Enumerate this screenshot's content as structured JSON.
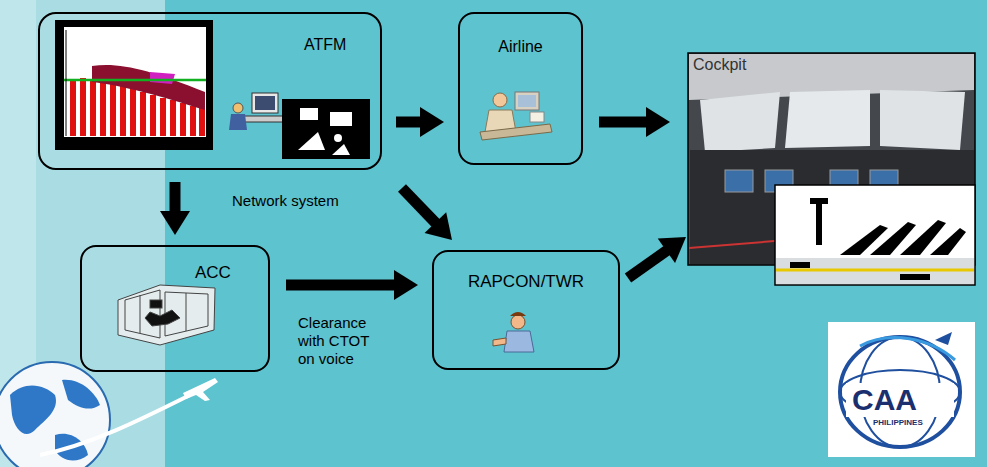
{
  "diagram": {
    "nodes": [
      {
        "text": [
          "ATFM"
        ]
      },
      {
        "text": [
          "Airline"
        ]
      },
      {
        "text": [
          "Cockpit"
        ]
      },
      {
        "text": [
          "ACC"
        ]
      },
      {
        "text": [
          "RAPCON/TWR"
        ]
      }
    ],
    "edges": [
      {
        "from": 0,
        "to": 1,
        "arrow": "to"
      },
      {
        "from": 1,
        "to": 2,
        "arrow": "to"
      },
      {
        "from": 0,
        "to": 3,
        "arrow": "to"
      },
      {
        "from": 0,
        "to": 4,
        "arrow": "to",
        "label": "Network system"
      },
      {
        "from": 3,
        "to": 4,
        "arrow": "to",
        "label": "Clearance with CTOT on voice"
      },
      {
        "from": 4,
        "to": 2,
        "arrow": "to"
      }
    ],
    "labels": [
      "CAA",
      "PHILIPPINES"
    ]
  }
}
